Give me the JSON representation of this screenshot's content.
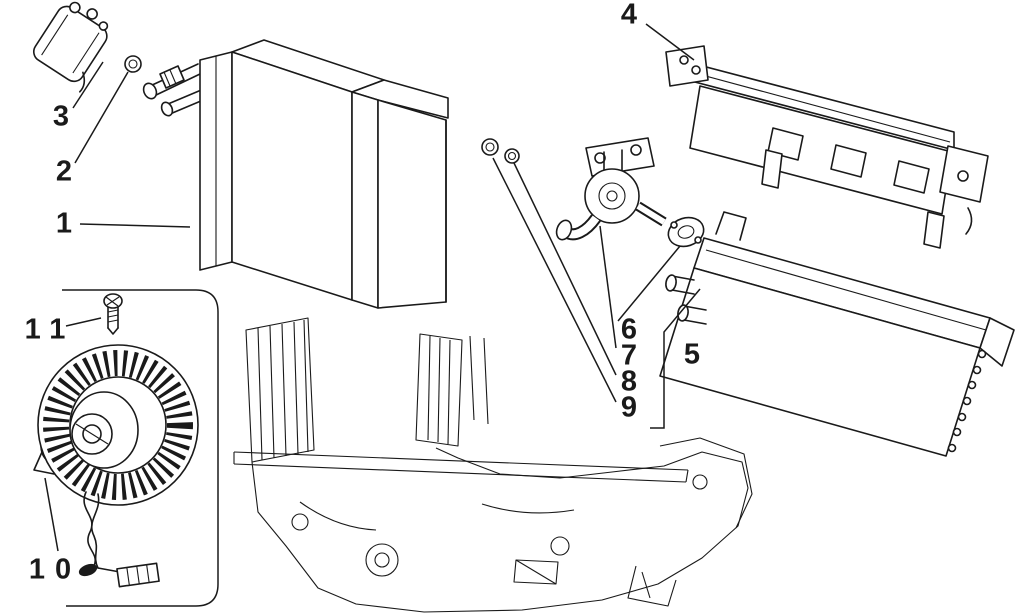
{
  "diagram": {
    "type": "exploded-parts-diagram",
    "background": "#ffffff",
    "ink": "#1a1a1a",
    "callouts": {
      "c1": {
        "label": "1"
      },
      "c2": {
        "label": "2"
      },
      "c3": {
        "label": "3"
      },
      "c4": {
        "label": "4"
      },
      "c5": {
        "label": "5"
      },
      "c6": {
        "label": "6"
      },
      "c7": {
        "label": "7"
      },
      "c8": {
        "label": "8"
      },
      "c9": {
        "label": "9"
      },
      "c10": {
        "label": "10"
      },
      "c11": {
        "label": "11"
      }
    }
  }
}
